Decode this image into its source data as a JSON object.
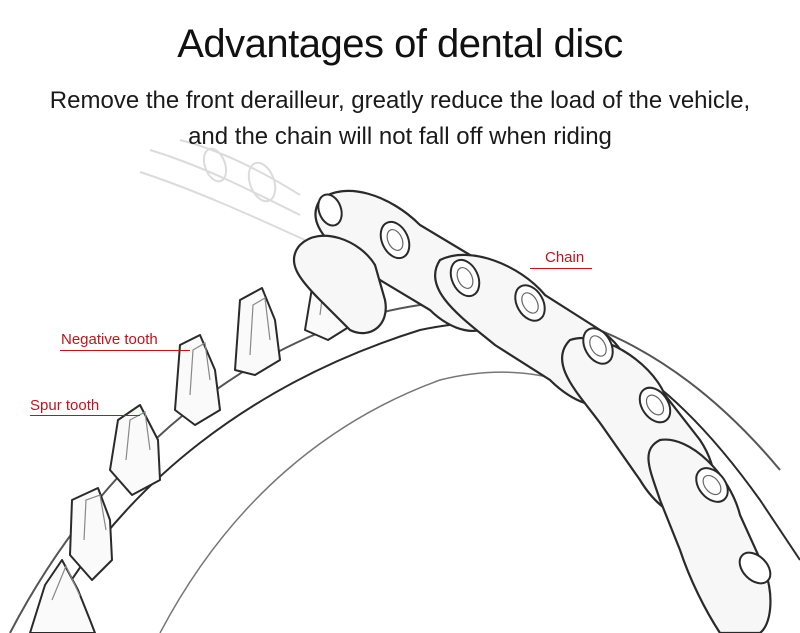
{
  "heading": {
    "title": "Advantages of dental disc",
    "subtitle": "Remove the front derailleur, greatly reduce the load of the vehicle, and the chain will not fall off when riding"
  },
  "callouts": {
    "chain": "Chain",
    "negative_tooth": "Negative tooth",
    "spur_tooth": "Spur tooth"
  },
  "colors": {
    "callout": "#c0141c",
    "line_art": "#2a2a2a"
  }
}
